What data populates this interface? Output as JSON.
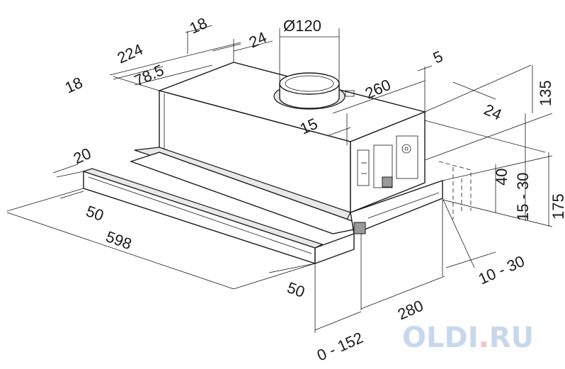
{
  "dimensions": {
    "d18_top": "18",
    "d224": "224",
    "d18_left": "18",
    "d78_5": "78.5",
    "d24_top": "24",
    "d120": "Ø120",
    "d5": "5",
    "d260": "260",
    "d135": "135",
    "d24_right": "24",
    "d15": "15",
    "d40": "40",
    "d15_30": "15 - 30",
    "d175": "175",
    "d20": "20",
    "d50_left": "50",
    "d598": "598",
    "d50_bottom": "50",
    "d10_30": "10 - 30",
    "d280": "280",
    "d0_152": "0 - 152"
  },
  "watermark": {
    "text_main": "OLDI",
    "text_dot": ".",
    "text_tld": "RU",
    "colors": {
      "main": "#c8d8ec",
      "dot": "#f0c3c3",
      "tld": "#c8d8ec"
    }
  }
}
